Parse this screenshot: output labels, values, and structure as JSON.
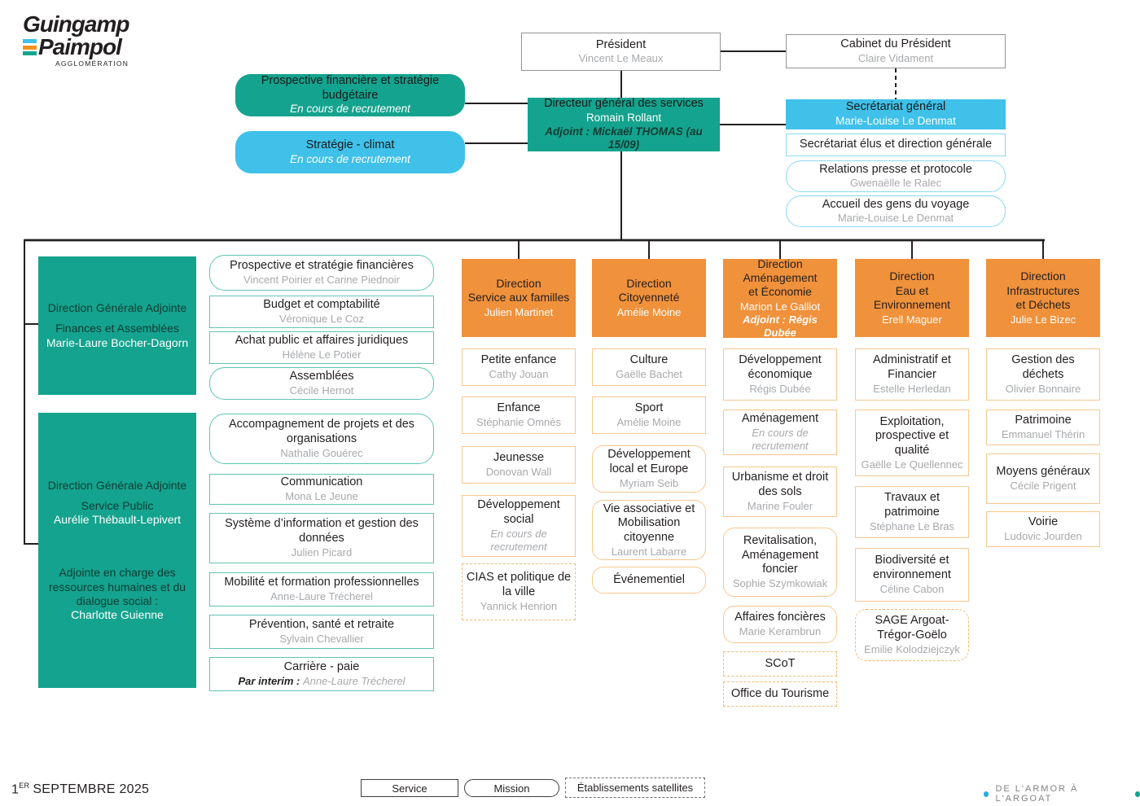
{
  "logo": {
    "word1": "Guingamp",
    "word2": "Paimpol",
    "sub": "AGGLOMÉRATION"
  },
  "top": {
    "president": {
      "title": "Président",
      "name": "Vincent Le Meaux"
    },
    "cabinet": {
      "title": "Cabinet du Président",
      "name": "Claire Vidament"
    },
    "dgs": {
      "title": "Directeur général des services",
      "name": "Romain Rollant",
      "adjoint": "Adjoint : Mickaël THOMAS (au 15/09)"
    },
    "budget_mission": {
      "title": "Prospective financière et stratégie budgétaire",
      "status": "En cours de recrutement"
    },
    "climat_mission": {
      "title": "Stratégie - climat",
      "status": "En cours de recrutement"
    },
    "secretariat": {
      "title": "Secrétariat général",
      "name": "Marie-Louise Le Denmat",
      "items": [
        {
          "title": "Secrétariat élus et direction générale"
        },
        {
          "title": "Relations presse et protocole",
          "name": "Gwenaëlle le Ralec"
        },
        {
          "title": "Accueil des gens du voyage",
          "name": "Marie-Louise Le Denmat"
        }
      ]
    }
  },
  "dga1": {
    "line1": "Direction Générale Adjointe",
    "line2": "Finances et Assemblées",
    "name": "Marie-Laure Bocher-Dagorn",
    "items": [
      {
        "title": "Prospective et stratégie financières",
        "name": "Vincent Poirier et Carine Piednoir"
      },
      {
        "title": "Budget et comptabilité",
        "name": "Véronique Le Coz"
      },
      {
        "title": "Achat public et affaires juridiques",
        "name": "Hélène Le Potier"
      },
      {
        "title": "Assemblées",
        "name": "Cécile Hernot"
      }
    ]
  },
  "dga2": {
    "line1": "Direction Générale Adjointe",
    "line2": "Service Public",
    "name": "Aurélie Thébault-Lepivert",
    "extra": "Adjointe en charge des ressources humaines et du dialogue social :",
    "extra_name": "Charlotte Guienne",
    "items": [
      {
        "title": "Accompagnement de projets et des organisations",
        "name": "Nathalie Gouérec"
      },
      {
        "title": "Communication",
        "name": "Mona Le Jeune"
      },
      {
        "title": "Système d’information et gestion des données",
        "name": "Julien Picard"
      },
      {
        "title": "Mobilité et formation professionnelles",
        "name": "Anne-Laure Trécherel"
      },
      {
        "title": "Prévention, santé et retraite",
        "name": "Sylvain Chevallier"
      },
      {
        "title": "Carrière - paie",
        "name_prefix": "Par interim :",
        "name": "Anne-Laure Trécherel"
      }
    ]
  },
  "directions": [
    {
      "lines": [
        "Direction",
        "Service aux familles"
      ],
      "name": "Julien Martinet",
      "items": [
        {
          "title": "Petite enfance",
          "name": "Cathy Jouan"
        },
        {
          "title": "Enfance",
          "name": "Stéphanie Omnès"
        },
        {
          "title": "Jeunesse",
          "name": "Donovan Wall"
        },
        {
          "title": "Développement social",
          "name": "En cours de recrutement"
        },
        {
          "title": "CIAS et politique de la ville",
          "name": "Yannick Henrion"
        }
      ]
    },
    {
      "lines": [
        "Direction",
        "Citoyenneté"
      ],
      "name": "Amélie Moine",
      "items": [
        {
          "title": "Culture",
          "name": "Gaëlle Bachet"
        },
        {
          "title": "Sport",
          "name": "Amélie Moine"
        },
        {
          "title": "Développement local et Europe",
          "name": "Myriam Seib"
        },
        {
          "title": "Vie associative et Mobilisation citoyenne",
          "name": "Laurent Labarre"
        },
        {
          "title": "Événementiel"
        }
      ]
    },
    {
      "lines": [
        "Direction",
        "Aménagement",
        "et Économie"
      ],
      "name": "Marion Le Galliot",
      "adjoint": "Adjoint : Régis Dubée",
      "items": [
        {
          "title": "Développement économique",
          "name": "Régis Dubée"
        },
        {
          "title": "Aménagement",
          "name": "En cours de recrutement"
        },
        {
          "title": "Urbanisme et droit des sols",
          "name": "Marine Fouler"
        },
        {
          "title": "Revitalisation, Aménagement foncier",
          "name": "Sophie Szymkowiak"
        },
        {
          "title": "Affaires foncières",
          "name": "Marie Kerambrun"
        },
        {
          "title": "SCoT"
        },
        {
          "title": "Office du Tourisme"
        }
      ]
    },
    {
      "lines": [
        "Direction",
        "Eau et",
        "Environnement"
      ],
      "name": "Erell Maguer",
      "items": [
        {
          "title": "Administratif et Financier",
          "name": "Estelle Herledan"
        },
        {
          "title": "Exploitation, prospective et qualité",
          "name": "Gaëlle Le Quellennec"
        },
        {
          "title": "Travaux et patrimoine",
          "name": "Stéphane Le Bras"
        },
        {
          "title": "Biodiversité et environnement",
          "name": "Céline Cabon"
        },
        {
          "title": "SAGE Argoat-Trégor-Goëlo",
          "name": "Emilie Kolodziejczyk"
        }
      ]
    },
    {
      "lines": [
        "Direction",
        "Infrastructures",
        "et Déchets"
      ],
      "name": "Julie Le Bizec",
      "items": [
        {
          "title": "Gestion des déchets",
          "name": "Olivier Bonnaire"
        },
        {
          "title": "Patrimoine",
          "name": "Emmanuel Thérin"
        },
        {
          "title": "Moyens généraux",
          "name": "Cécile Prigent"
        },
        {
          "title": "Voirie",
          "name": "Ludovic Jourden"
        }
      ]
    }
  ],
  "footer": {
    "date_number": "1",
    "date_sup": "ER",
    "date_rest": "SEPTEMBRE 2025",
    "legend": {
      "service": "Service",
      "mission": "Mission",
      "satellites": "Établissements satellites"
    },
    "tagline": "DE L'ARMOR À L'ARGOAT"
  },
  "colors": {
    "teal": "#14A38E",
    "blue": "#3FC1E9",
    "orange": "#F0913B",
    "line_black": "#231F20",
    "name_gray": "#A7A9AC"
  }
}
